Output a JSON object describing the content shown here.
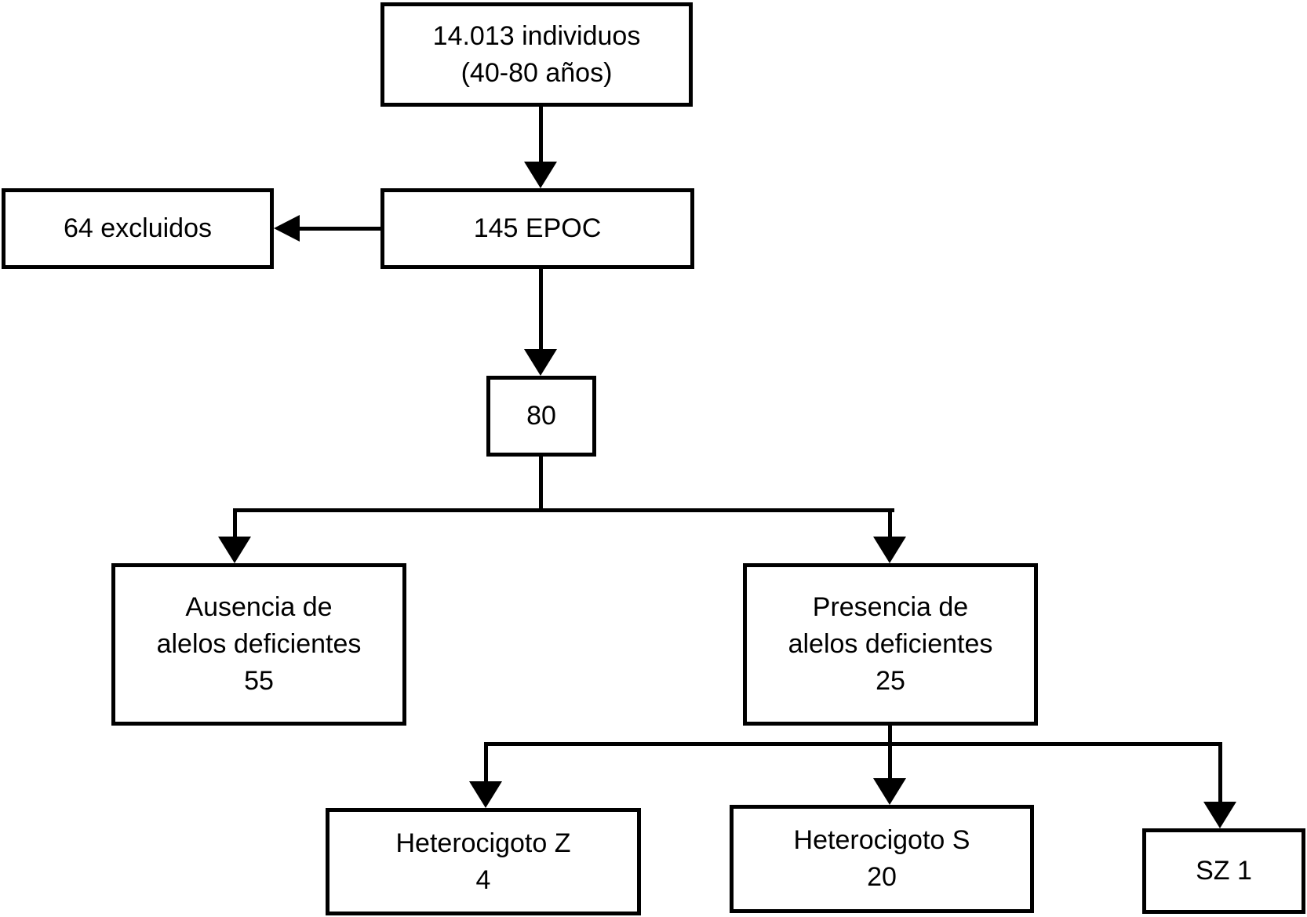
{
  "diagram": {
    "type": "flowchart",
    "colors": {
      "line": "#000000",
      "text": "#000000",
      "box_fill": "#ffffff",
      "background": "#ffffff"
    },
    "nodes": {
      "population": [
        "14.013 individuos",
        "(40-80 años)"
      ],
      "excluded": [
        "64 excluidos"
      ],
      "epoc": [
        "145 EPOC"
      ],
      "cohort": [
        "80"
      ],
      "absence": [
        "Ausencia de",
        "alelos deficientes",
        "55"
      ],
      "presence": [
        "Presencia de",
        "alelos deficientes",
        "25"
      ],
      "heterozygote_z": [
        "Heterocigoto Z",
        "4"
      ],
      "heterozygote_s": [
        "Heterocigoto S",
        "20"
      ],
      "sz": [
        "SZ 1"
      ]
    }
  }
}
